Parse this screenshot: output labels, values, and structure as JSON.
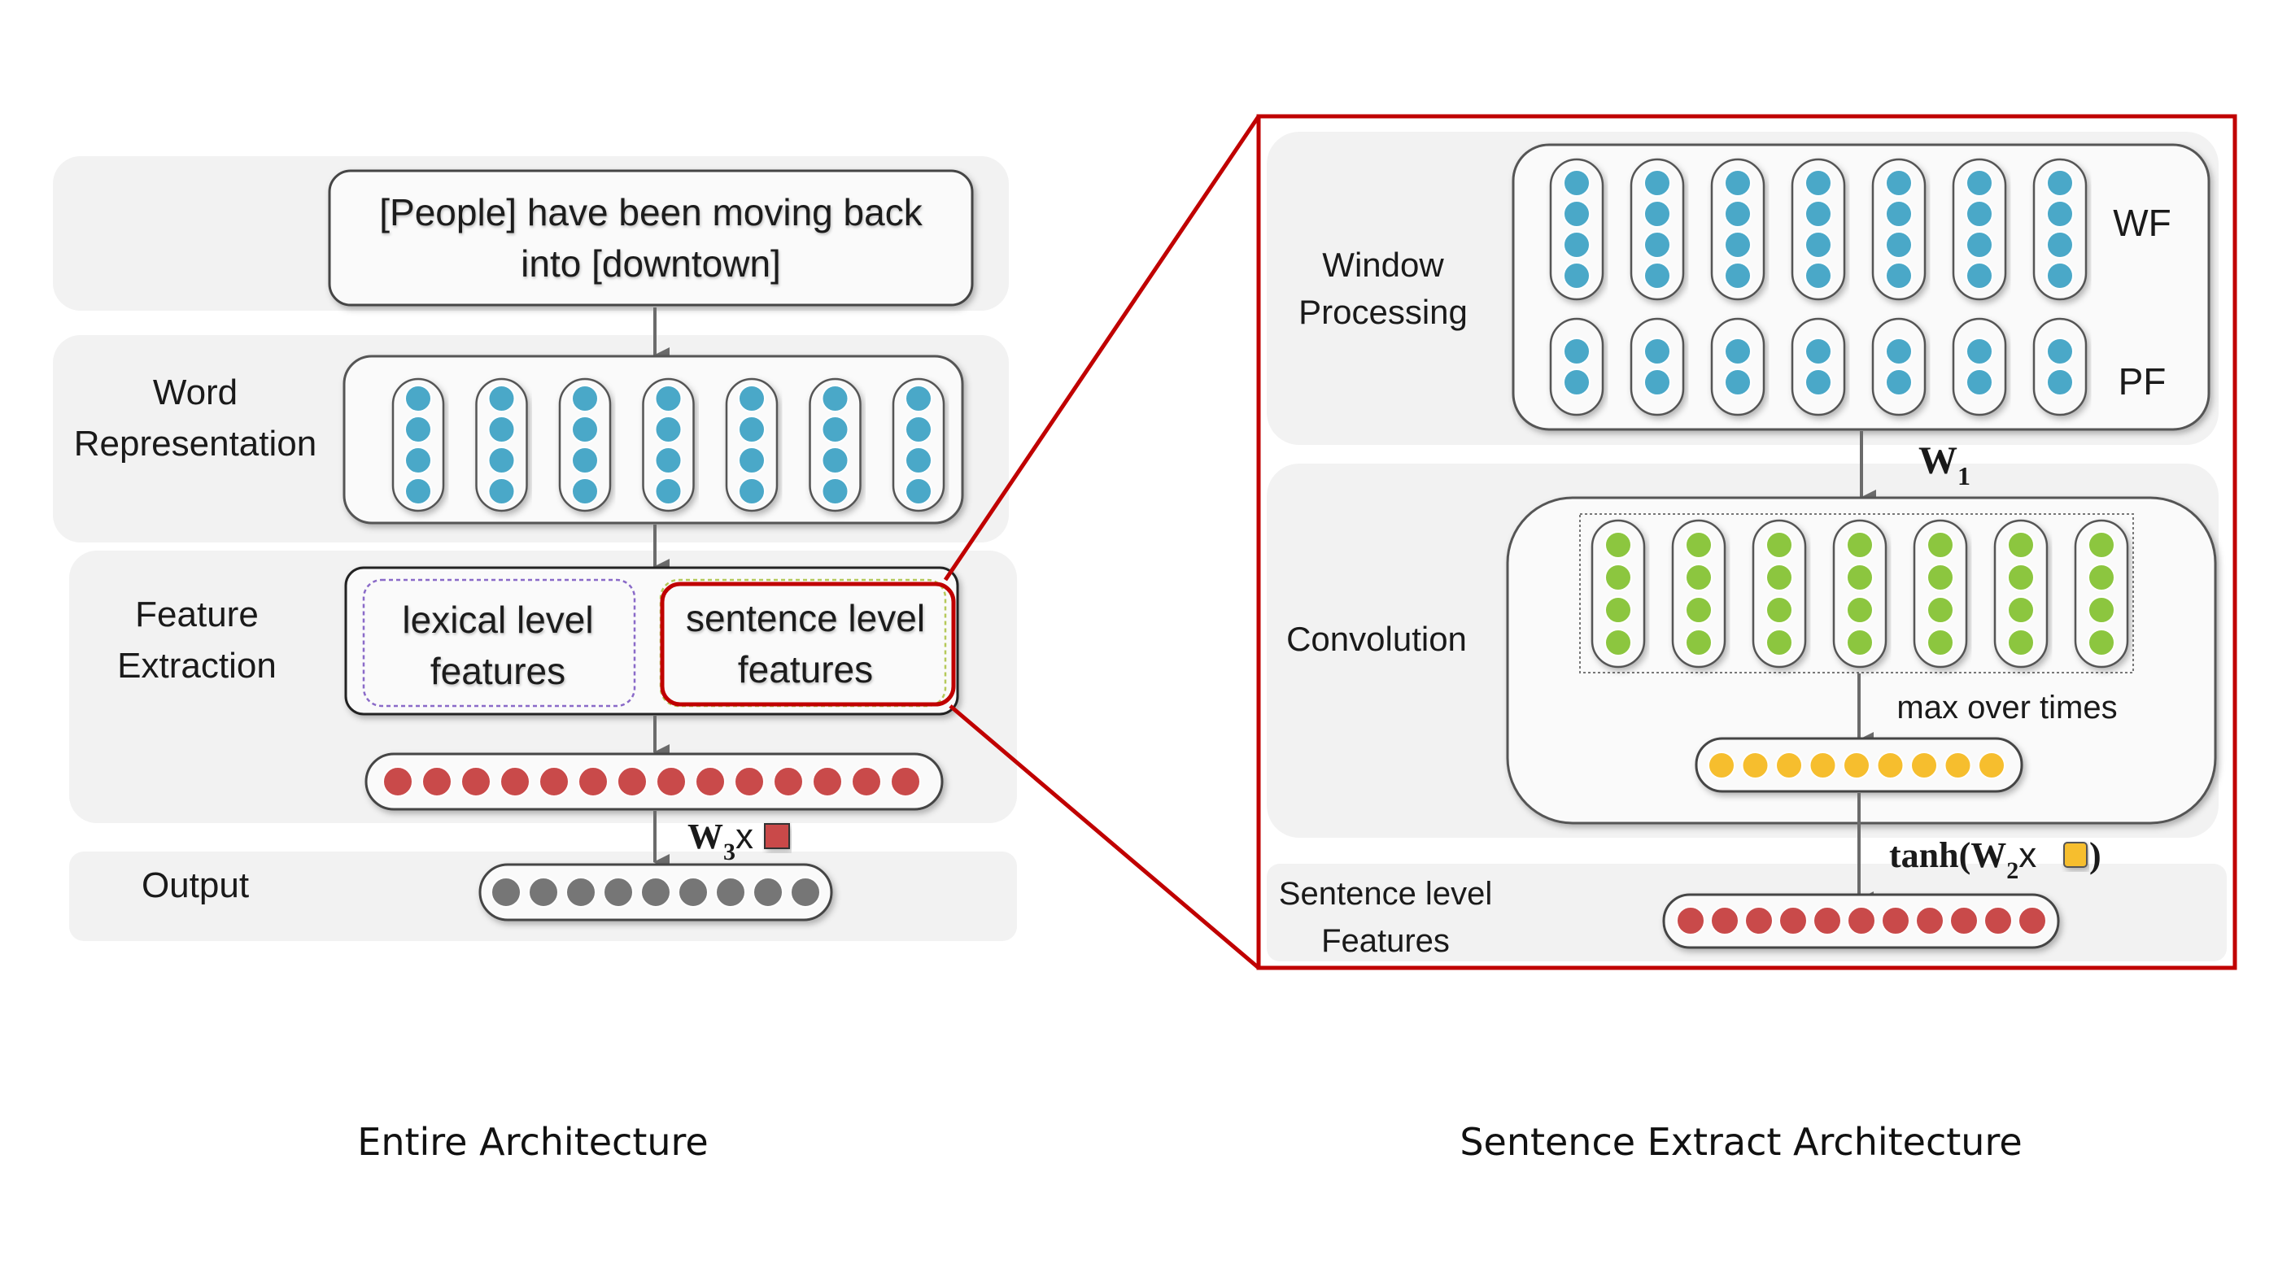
{
  "left_panel": {
    "input_sentence_line1": "[People] have been moving back",
    "input_sentence_line2": "into [downtown]",
    "word_representation_line1": "Word",
    "word_representation_line2": "Representation",
    "feature_extraction_line1": "Feature",
    "feature_extraction_line2": "Extraction",
    "lexical_line1": "lexical level",
    "lexical_line2": "features",
    "sentence_line1": "sentence level",
    "sentence_line2": "features",
    "output_label": "Output",
    "w3_label": "W",
    "w3_sub": "3",
    "w3_x": "x",
    "word_vector_count": 7,
    "dots_per_word_vector": 4,
    "feature_dot_count": 14,
    "output_dot_count": 9
  },
  "right_panel": {
    "window_processing_line1": "Window",
    "window_processing_line2": "Processing",
    "wf_label": "WF",
    "pf_label": "PF",
    "w1_label": "W",
    "w1_sub": "1",
    "convolution_label": "Convolution",
    "max_over_times_label": "max over times",
    "tanh_label": "tanh(W",
    "tanh_sub": "2",
    "tanh_x": "x",
    "tanh_close": ")",
    "sentence_features_line1": "Sentence level",
    "sentence_features_line2": "Features",
    "window_column_count": 7,
    "wf_dots_per_column": 4,
    "pf_dots_per_column": 2,
    "conv_column_count": 7,
    "conv_dots_per_column": 4,
    "max_pool_dot_count": 9,
    "sentence_feature_dot_count": 11
  },
  "captions": {
    "left": "Entire Architecture",
    "right": "Sentence Extract Architecture"
  },
  "colors": {
    "blue_dot": "#4aa8c8",
    "green_dot": "#8cc63f",
    "yellow_dot": "#f6be2e",
    "red_dot": "#c94a4a",
    "gray_dot": "#767676",
    "highlight_red": "#c00000",
    "band_gray": "#f2f2f2",
    "lexical_border": "#8a6ac8",
    "sentence_inner_border": "#b5c95a"
  }
}
